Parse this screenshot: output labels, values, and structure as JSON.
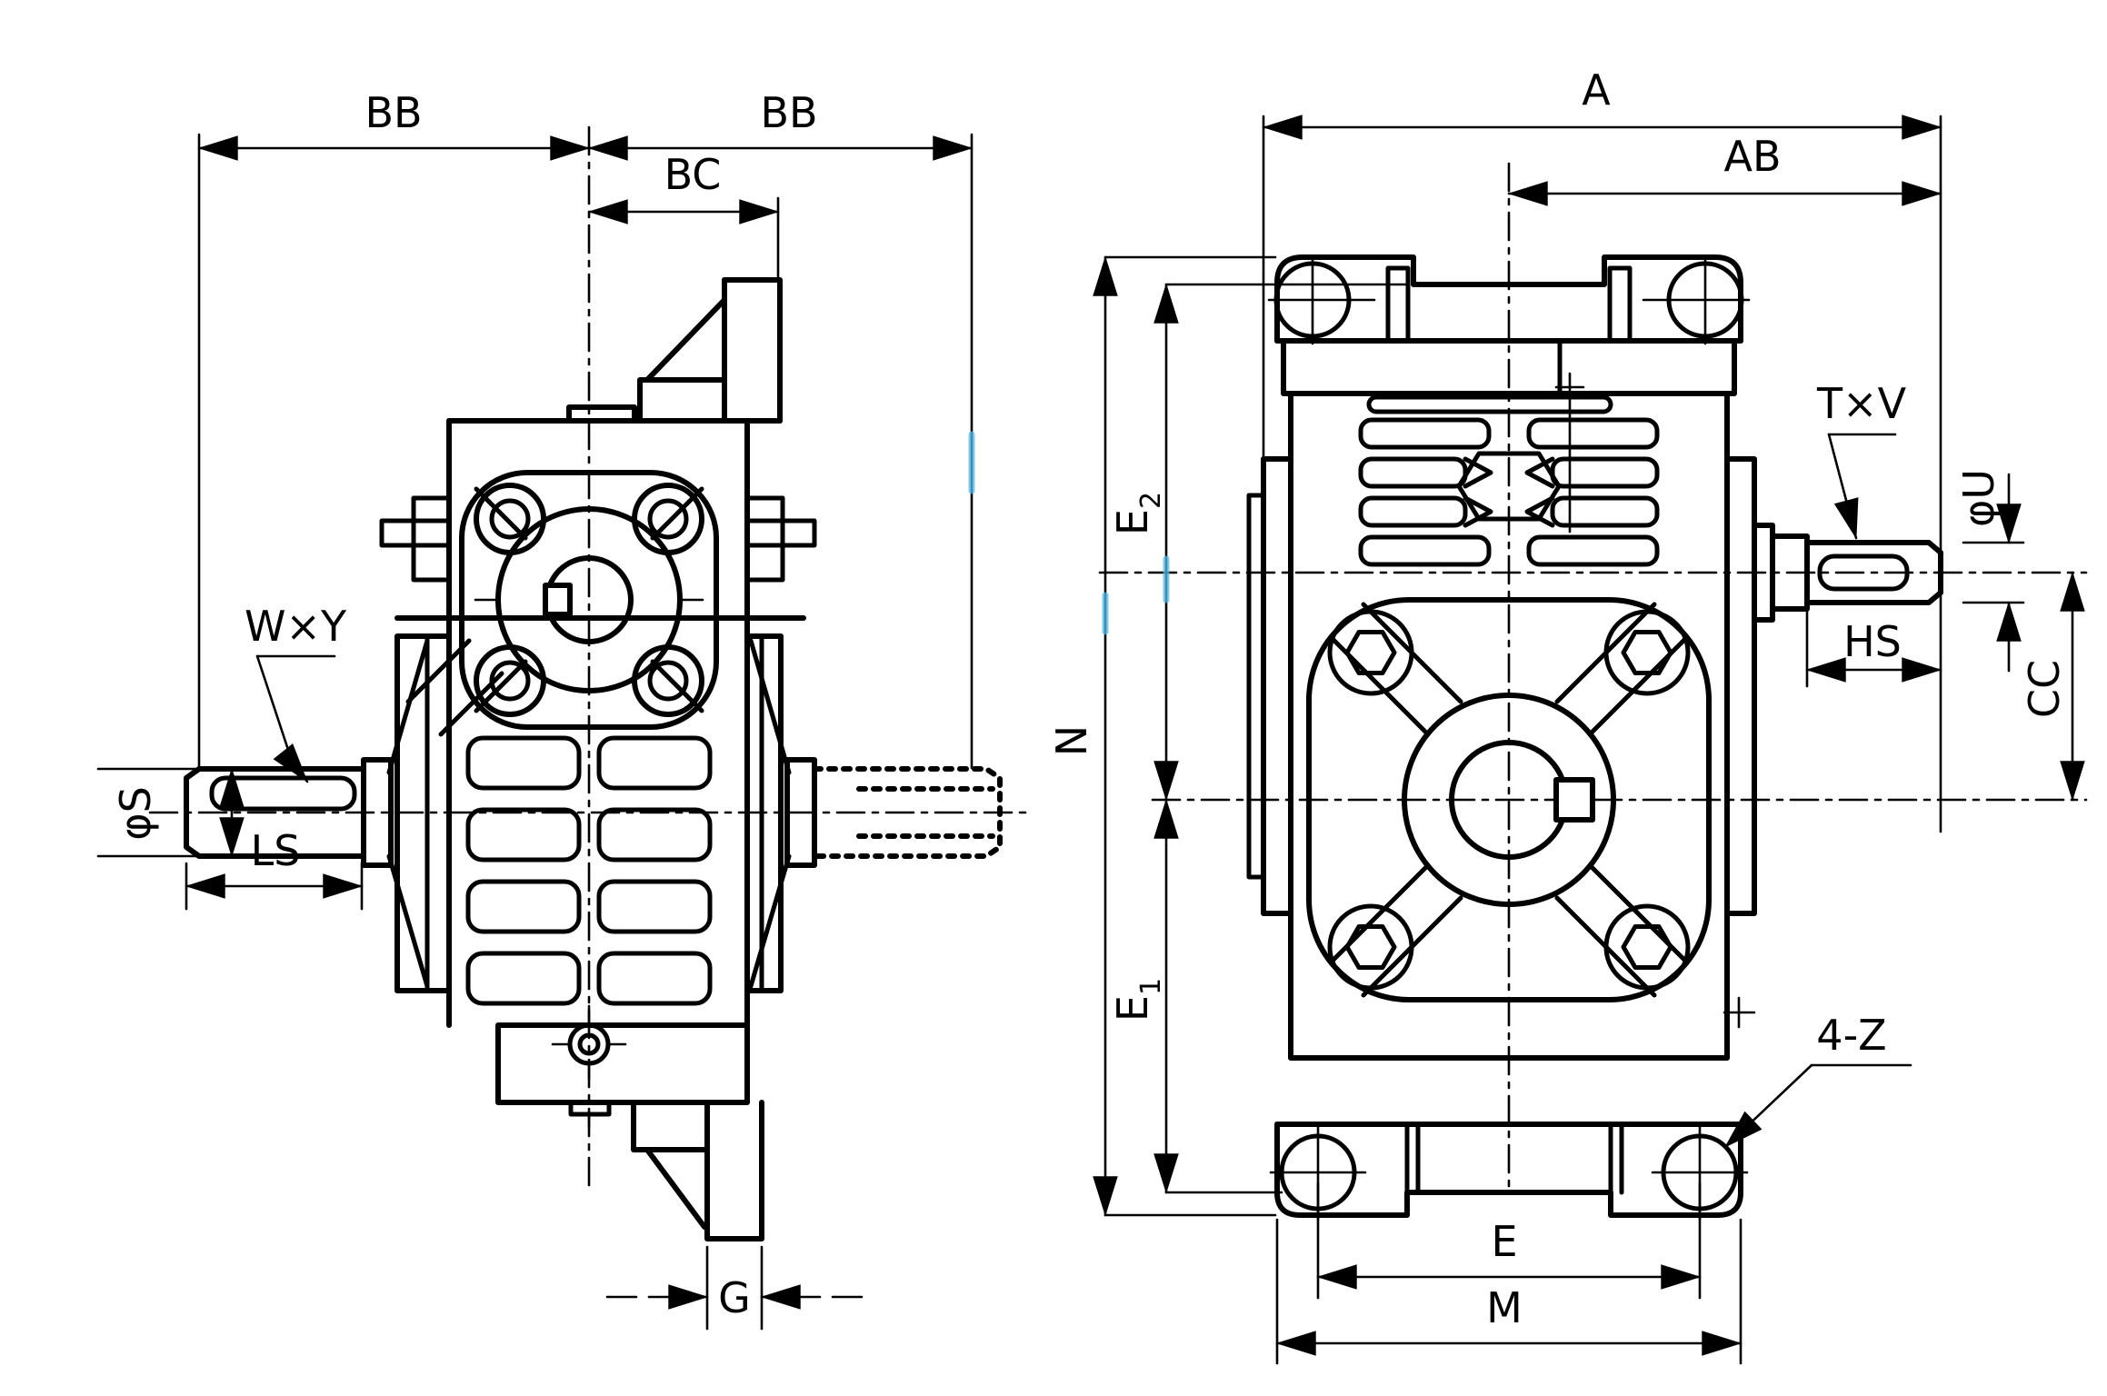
{
  "colors": {
    "ink": "#000000",
    "paper": "#ffffff",
    "scan_artifact": "#55b9e8"
  },
  "labels": {
    "left_view": {
      "bb_left": "BB",
      "bb_right": "BB",
      "bc": "BC",
      "wxy": "W×Y",
      "phi_s": "φS",
      "ls": "LS",
      "g": "G"
    },
    "right_view": {
      "a": "A",
      "ab": "AB",
      "n": "N",
      "e2_base": "E",
      "e2_sub": "2",
      "e1_base": "E",
      "e1_sub": "1",
      "txv": "T×V",
      "phi_u": "φU",
      "hs": "HS",
      "cc": "CC",
      "four_z": "4-Z",
      "e": "E",
      "m": "M"
    }
  }
}
